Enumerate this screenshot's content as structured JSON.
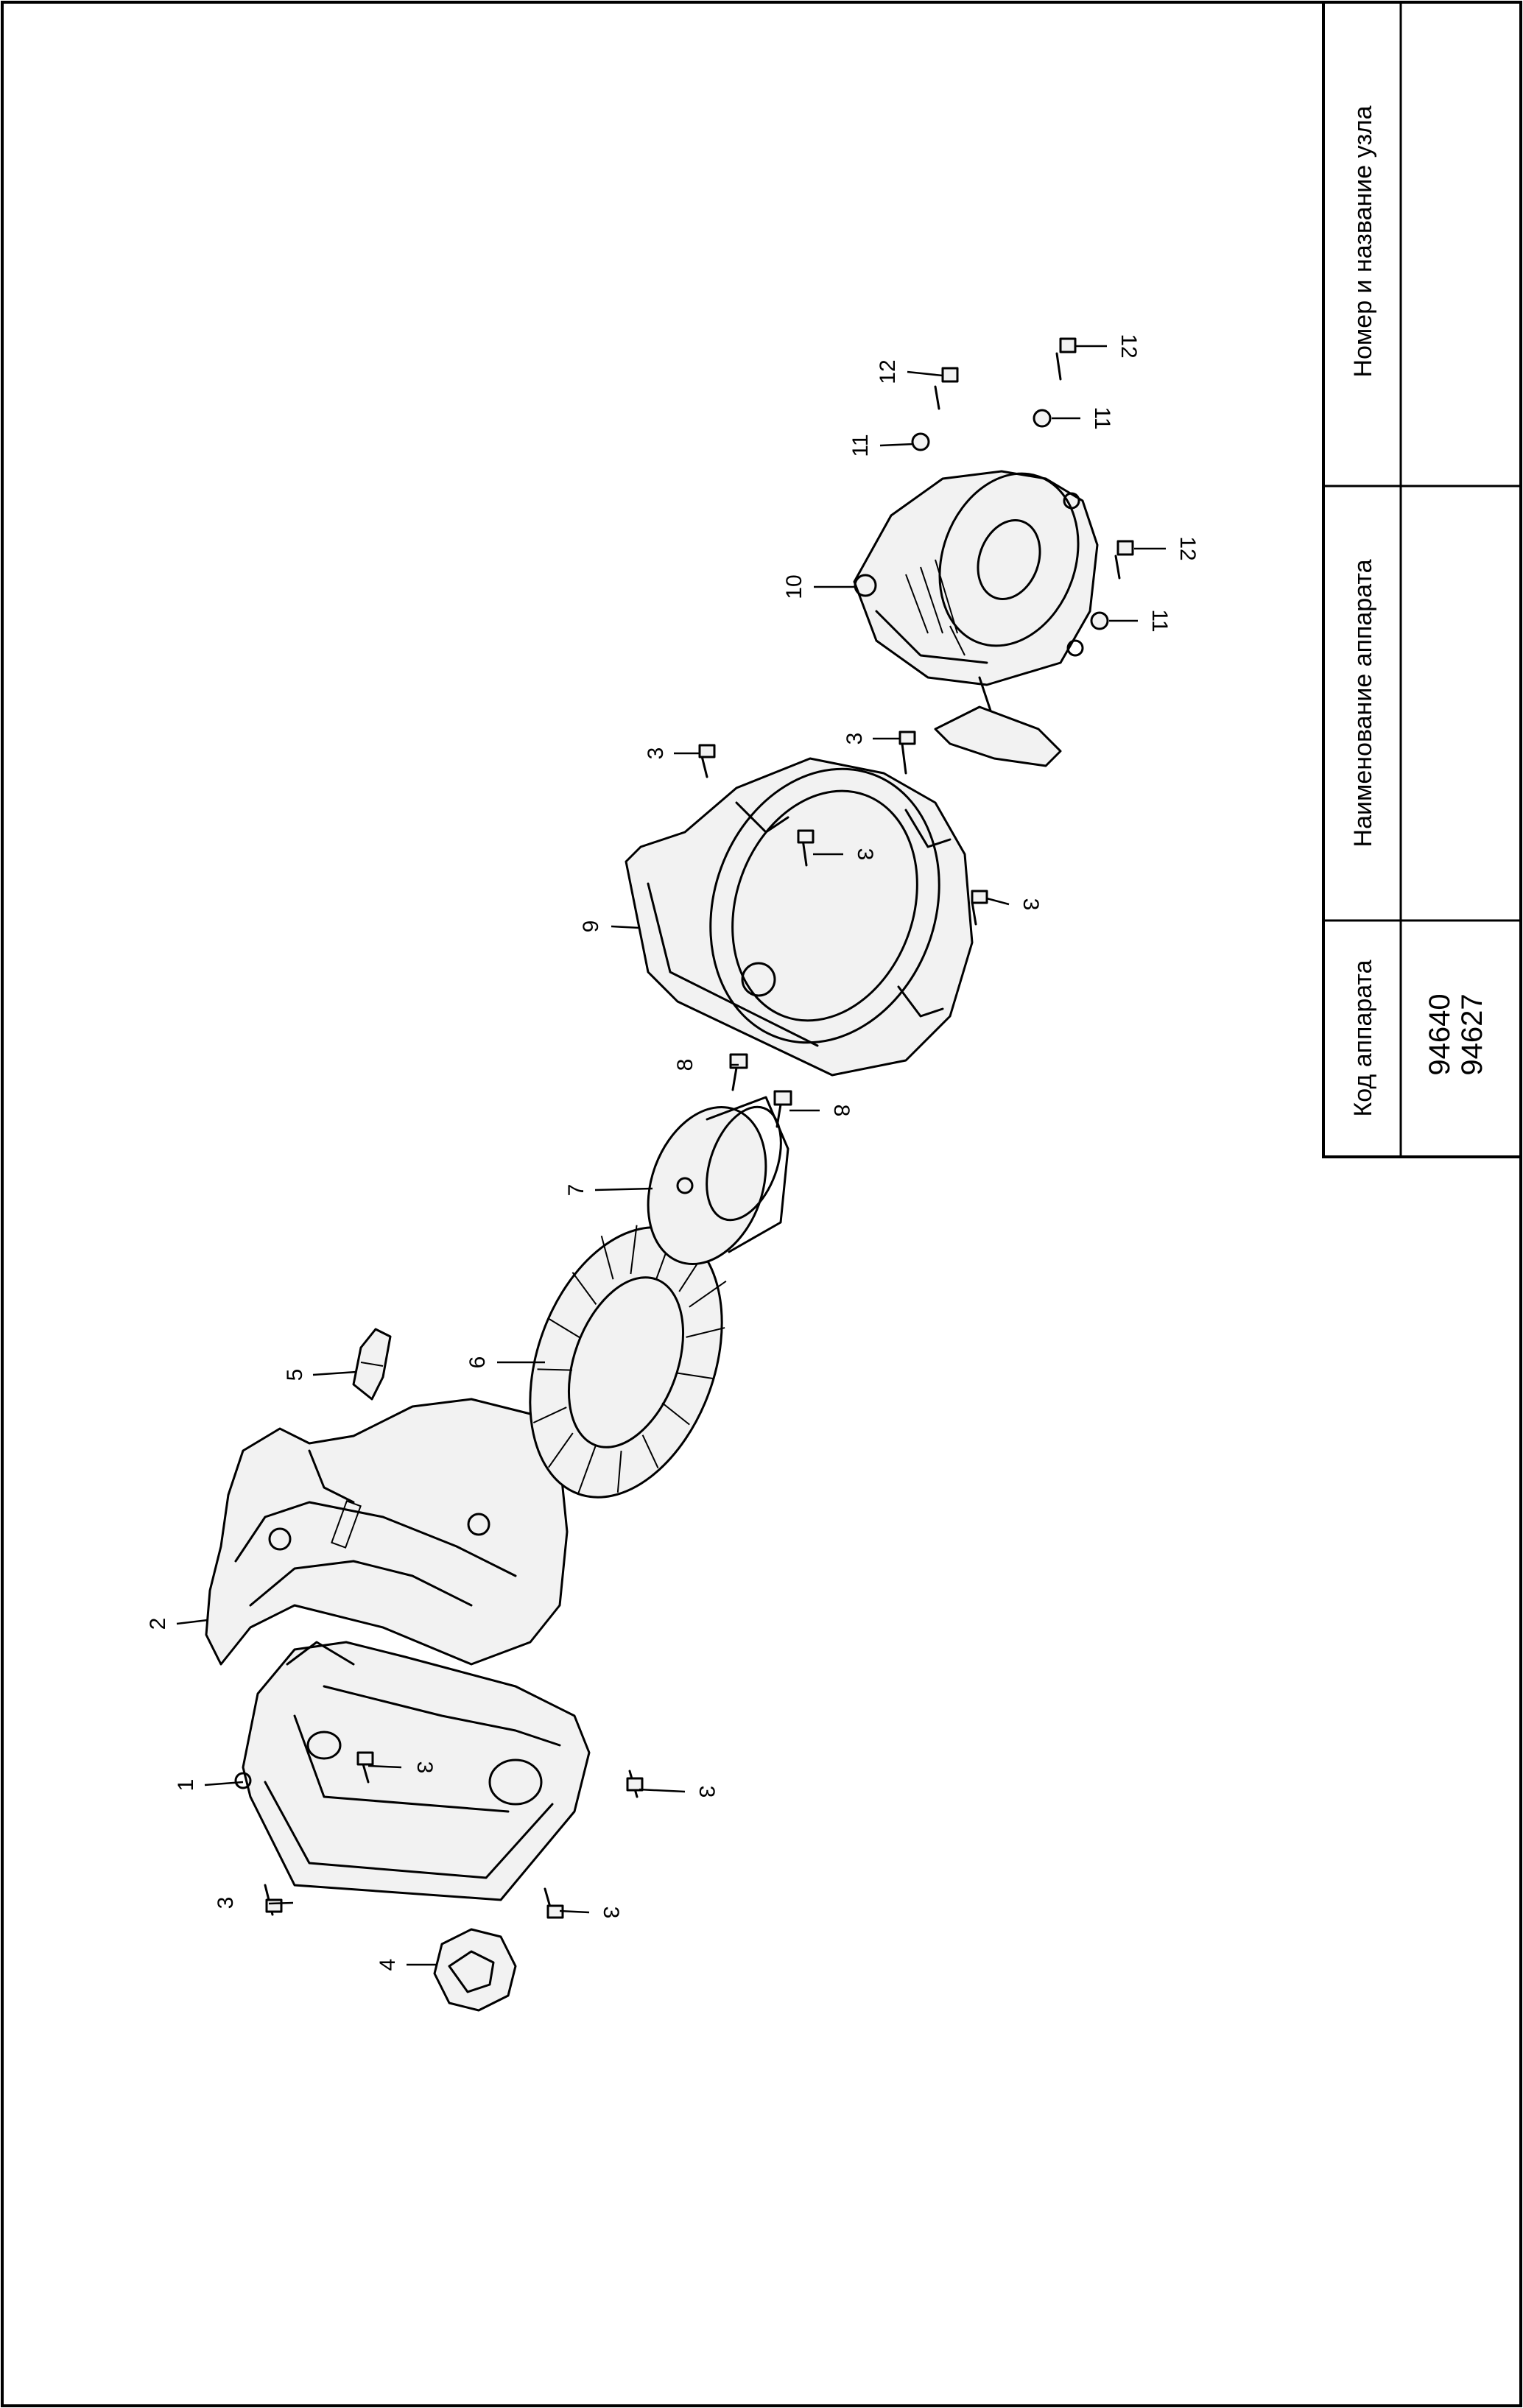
{
  "title_block": {
    "col_code_header": "Код аппарата",
    "col_name_header": "Наименование аппарата",
    "col_node_header": "Номер и название узла",
    "codes": [
      "94640",
      "94627"
    ],
    "apparatus_name": "",
    "node_name": ""
  },
  "callouts": [
    {
      "id": "c1",
      "text": "1"
    },
    {
      "id": "c2",
      "text": "2"
    },
    {
      "id": "c3a",
      "text": "3"
    },
    {
      "id": "c3b",
      "text": "3"
    },
    {
      "id": "c3c",
      "text": "3"
    },
    {
      "id": "c3d",
      "text": "3"
    },
    {
      "id": "c3e",
      "text": "3"
    },
    {
      "id": "c3f",
      "text": "3"
    },
    {
      "id": "c3g",
      "text": "3"
    },
    {
      "id": "c3h",
      "text": "3"
    },
    {
      "id": "c4",
      "text": "4"
    },
    {
      "id": "c5",
      "text": "5"
    },
    {
      "id": "c6",
      "text": "6"
    },
    {
      "id": "c7",
      "text": "7"
    },
    {
      "id": "c8a",
      "text": "8"
    },
    {
      "id": "c8b",
      "text": "8"
    },
    {
      "id": "c9",
      "text": "9"
    },
    {
      "id": "c10",
      "text": "10"
    },
    {
      "id": "c11a",
      "text": "11"
    },
    {
      "id": "c11b",
      "text": "11"
    },
    {
      "id": "c11c",
      "text": "11"
    },
    {
      "id": "c12a",
      "text": "12"
    },
    {
      "id": "c12b",
      "text": "12"
    },
    {
      "id": "c12c",
      "text": "12"
    }
  ]
}
